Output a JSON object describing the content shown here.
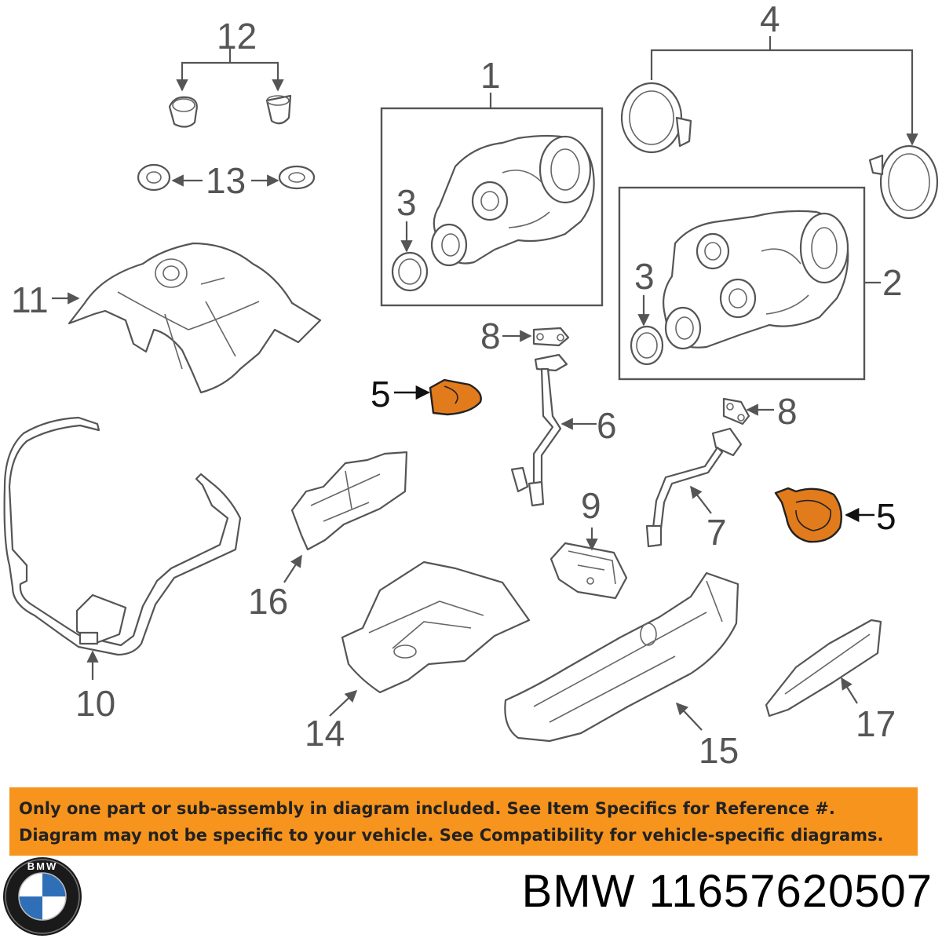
{
  "callouts": {
    "c1": "1",
    "c2": "2",
    "c3a": "3",
    "c3b": "3",
    "c4": "4",
    "c5a": "5",
    "c5b": "5",
    "c6": "6",
    "c7": "7",
    "c8a": "8",
    "c8b": "8",
    "c9": "9",
    "c10": "10",
    "c11": "11",
    "c12": "12",
    "c13": "13",
    "c14": "14",
    "c15": "15",
    "c16": "16",
    "c17": "17"
  },
  "highlight_color": "#e27b1c",
  "banner": {
    "color": "#f7941d",
    "line1": "Only one part or sub-assembly in diagram included. See Item Specifics for Reference #.",
    "line2": "Diagram may not be specific to your vehicle. See Compatibility for vehicle-specific diagrams."
  },
  "logo": {
    "icon": "bmw-roundel-icon",
    "letters": "BMW"
  },
  "caption": {
    "brand": "BMW",
    "part_number": "11657620507"
  }
}
